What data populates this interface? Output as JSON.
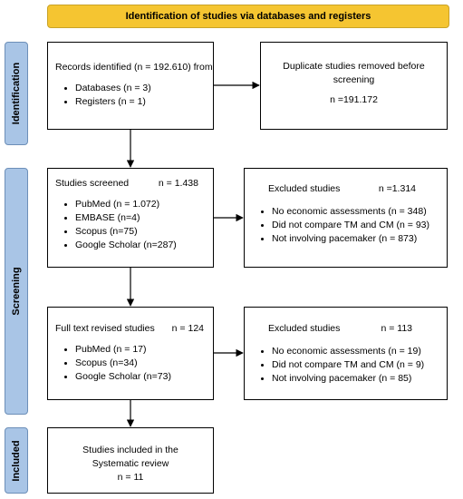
{
  "header": {
    "title": "Identification of studies via databases and registers"
  },
  "stages": {
    "identification": "Identification",
    "screening": "Screening",
    "included": "Included"
  },
  "records_box": {
    "title": "Records identified (n = 192.610) from",
    "items": [
      "Databases (n = 3)",
      "Registers (n = 1)"
    ]
  },
  "duplicates_box": {
    "line1": "Duplicate studies removed before",
    "line2": "screening",
    "count": "n =191.172"
  },
  "screened_box": {
    "title": "Studies screened",
    "count": "n = 1.438",
    "items": [
      "PubMed (n = 1.072)",
      "EMBASE (n=4)",
      "Scopus (n=75)",
      "Google Scholar (n=287)"
    ]
  },
  "excluded_box_1": {
    "title": "Excluded studies",
    "count": "n =1.314",
    "items": [
      "No economic assessments (n = 348)",
      "Did not compare TM and CM (n = 93)",
      "Not involving pacemaker (n = 873)"
    ]
  },
  "fulltext_box": {
    "title": "Full text revised studies",
    "count": "n = 124",
    "items": [
      "PubMed (n = 17)",
      "Scopus (n=34)",
      "Google Scholar (n=73)"
    ]
  },
  "excluded_box_2": {
    "title": "Excluded studies",
    "count": "n = 113",
    "items": [
      "No economic assessments (n = 19)",
      "Did not compare TM and CM (n = 9)",
      "Not involving pacemaker (n = 85)"
    ]
  },
  "included_box": {
    "line1": "Studies included in the",
    "line2": "Systematic review",
    "count": "n = 11"
  }
}
